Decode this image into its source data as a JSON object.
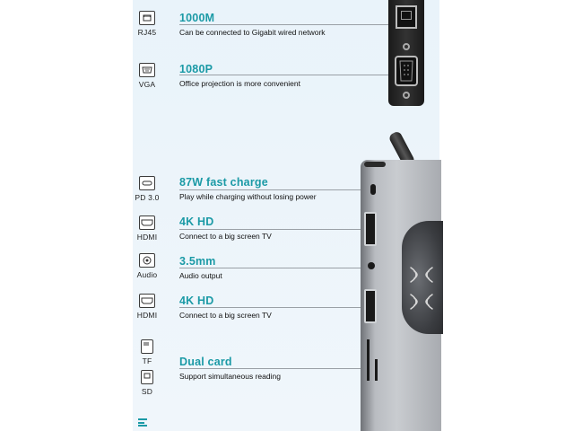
{
  "features": [
    {
      "port": "RJ45",
      "title": "1000M",
      "desc": "Can be connected to Gigabit wired network",
      "icon": "ethernet-port-icon"
    },
    {
      "port": "VGA",
      "title": "1080P",
      "desc": "Office projection is more convenient",
      "icon": "vga-port-icon"
    },
    {
      "port": "PD 3.0",
      "title": "87W fast charge",
      "desc": "Play while charging without losing power",
      "icon": "usb-c-port-icon"
    },
    {
      "port": "HDMI",
      "title": "4K HD",
      "desc": "Connect to a big screen TV",
      "icon": "hdmi-port-icon"
    },
    {
      "port": "Audio",
      "title": "3.5mm",
      "desc": "Audio output",
      "icon": "audio-jack-icon"
    },
    {
      "port": "HDMI",
      "title": "4K HD",
      "desc": "Connect to a big screen TV",
      "icon": "hdmi-port-icon"
    },
    {
      "port": "TF",
      "title": "Dual card",
      "desc": "Support simultaneous reading",
      "icon": "tf-card-icon"
    },
    {
      "port": "SD",
      "icon": "sd-card-icon"
    }
  ],
  "colors": {
    "accent": "#1b9aa6",
    "panel": "#eaf3fa"
  }
}
